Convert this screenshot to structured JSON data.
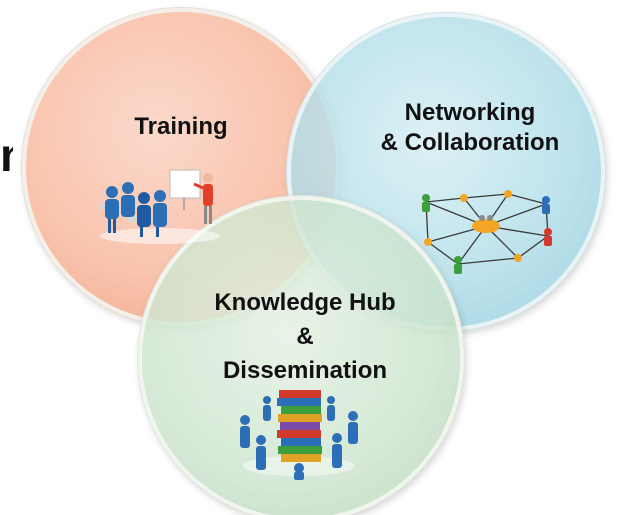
{
  "circles": {
    "training": {
      "label": "Training",
      "image": "classroom-training-icon"
    },
    "networking": {
      "label_line1": "Networking",
      "label_line2": "& Collaboration",
      "image": "network-diagram-icon"
    },
    "knowledge": {
      "label_line1": "Knowledge Hub",
      "label_line2": "&",
      "label_line3": "Dissemination",
      "image": "books-people-icon"
    }
  },
  "edge_text": "n",
  "colors": {
    "training_fill": "#f9c3ac",
    "networking_fill": "#b0dde8",
    "knowledge_fill": "#cce4cd",
    "label_text": "#111111"
  }
}
